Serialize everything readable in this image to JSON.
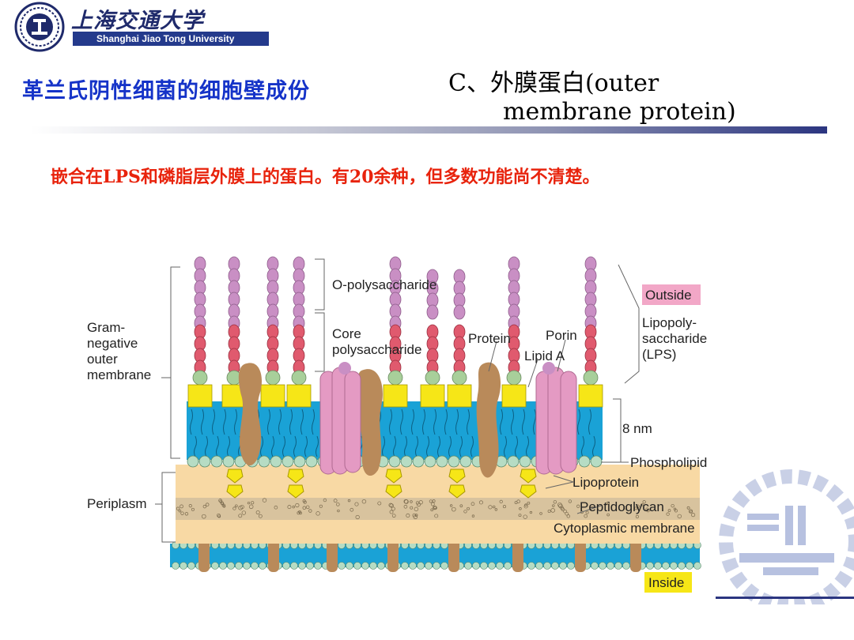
{
  "header": {
    "university_cn": "上海交通大学",
    "university_en": "Shanghai Jiao Tong University"
  },
  "slide": {
    "title_left": "革兰氏阴性细菌的细胞壁成份",
    "title_right_line1": "C、外膜蛋白(outer",
    "title_right_line2": "membrane protein)",
    "subtitle": "嵌合在LPS和磷脂层外膜上的蛋白。有20余种，但多数功能尚不清楚。"
  },
  "diagram": {
    "labels": {
      "o_polysaccharide": "O-polysaccharide",
      "core_line1": "Core",
      "core_line2": "polysaccharide",
      "protein": "Protein",
      "porin": "Porin",
      "lipid_a": "Lipid A",
      "outside": "Outside",
      "lps_line1": "Lipopoly-",
      "lps_line2": "saccharide",
      "lps_line3": "(LPS)",
      "gram_line1": "Gram-",
      "gram_line2": "negative",
      "gram_line3": "outer",
      "gram_line4": "membrane",
      "thickness": "8 nm",
      "phospholipid": "Phospholipid",
      "lipoprotein": "Lipoprotein",
      "periplasm": "Periplasm",
      "peptidoglycan": "Peptidoglycan",
      "cytoplasmic_membrane": "Cytoplasmic membrane",
      "inside": "Inside"
    },
    "colors": {
      "o_sugar": "#c98fc4",
      "core_sugar": "#e05a6e",
      "lipid_a": "#a8cf9a",
      "lps_head": "#f6e617",
      "membrane": "#1aa2d6",
      "phospholipid_head": "#b6dcc4",
      "protein": "#b98a5a",
      "porin": "#e49ac3",
      "periplasm": "#f8d9a4",
      "peptidoglycan": "#d8c39e",
      "outside_box": "#f2a7c7",
      "inside_box": "#f6e617"
    }
  }
}
